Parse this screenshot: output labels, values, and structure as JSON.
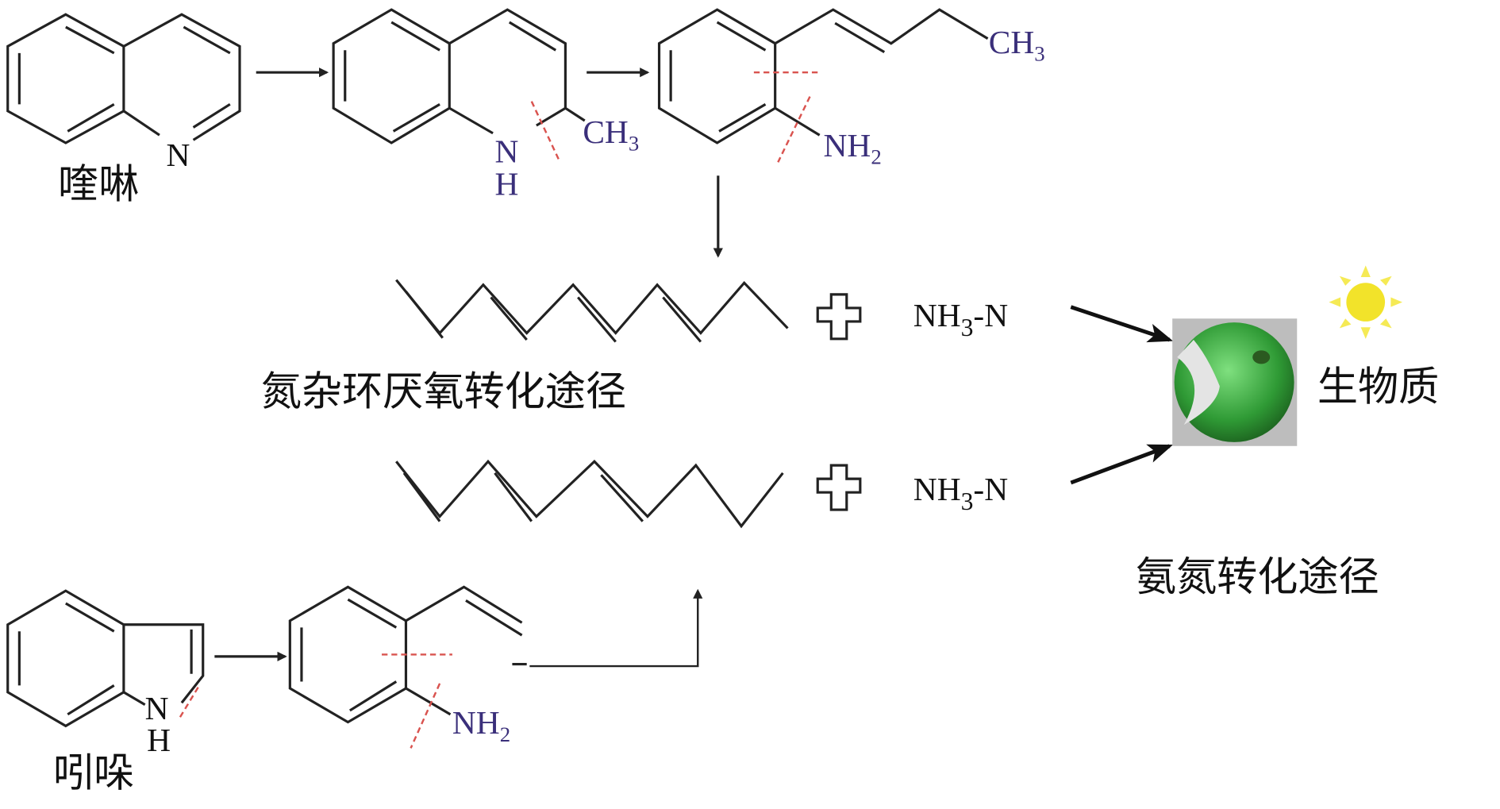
{
  "labels": {
    "quinoline": "喹啉",
    "indole": "吲哚",
    "anaerobic_pathway": "氮杂环厌氧转化途径",
    "ammonia_pathway": "氨氮转化途径",
    "biomass": "生物质"
  },
  "atoms": {
    "n": "N",
    "h": "H",
    "ch": "CH",
    "sub3": "3",
    "sub2": "2",
    "nh": "NH",
    "nh3n_main": "NH",
    "nh3n_tail": "-N"
  },
  "colors": {
    "atom_label": "#3a2f7a",
    "cleavage": "#d9534f",
    "cell": "#3fae3f",
    "sun": "#f2e32a"
  }
}
